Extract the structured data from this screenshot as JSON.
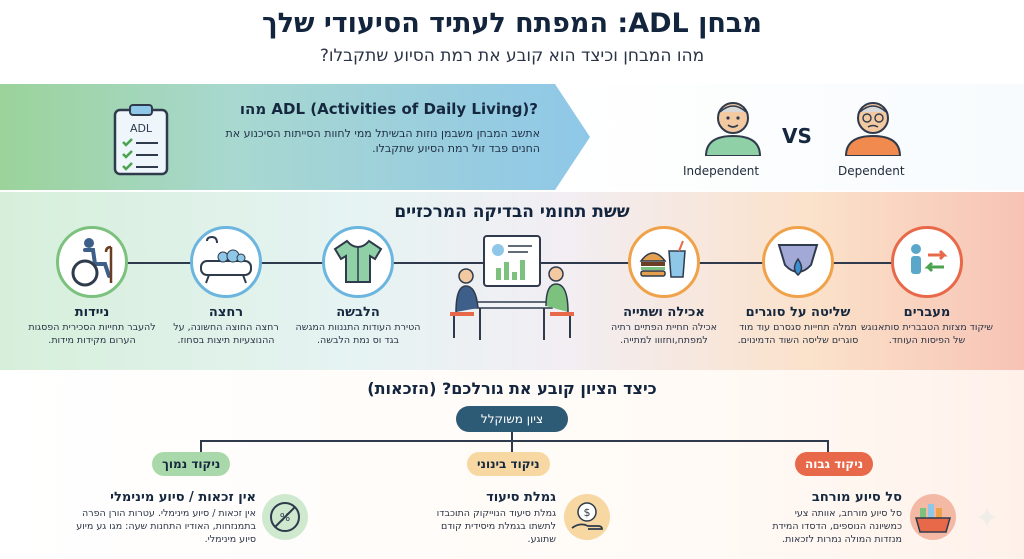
{
  "header": {
    "title": "מבחן ADL: המפתח לעתיד הסיעודי שלך",
    "subtitle": "מהו המבחן וכיצד הוא קובע את רמת הסיוע שתקבלו?"
  },
  "intro": {
    "clipboard_text": "ADL",
    "title": "מהו ADL (Activities of Daily Living)?",
    "description": "אתשב המבחן משבמן נוזות הבשיתל ממי לחוות הסייתות הסיכנוע את החנים פבד זול רמת הסיוע שתקבלו.",
    "vs": "VS",
    "independent_label": "Independent",
    "dependent_label": "Dependent"
  },
  "domains": {
    "title": "ששת תחומי הבדיקה המרכזיים",
    "items": [
      {
        "key": "transfers",
        "label": "מעברים",
        "desc": "שיקוד מצזות הטבברית סותאנוגש של הפיסות העוחד."
      },
      {
        "key": "continence",
        "label": "שליטה על סוגרים",
        "desc": "תמלה תחייות סגסרם עוד מוד סוגרים שליסה השוד הדמינוים."
      },
      {
        "key": "eating",
        "label": "אכילה ושתייה",
        "desc": "אכילה חחיית הפתיים רתיה למפתח,וחזווו למתייה."
      },
      {
        "key": "dressing",
        "label": "הלבשה",
        "desc": "הטירת העודות התננוות המגשה בגד וס נמת הלבשה."
      },
      {
        "key": "bathing",
        "label": "רחצה",
        "desc": "רחצה החוצה החשונה, על ההנוצעיות תיצות בסחוז."
      },
      {
        "key": "mobility",
        "label": "ניידות",
        "desc": "להעבר תחייות הסכירית הפסגות הערום מקידות מידות."
      }
    ]
  },
  "scoring": {
    "title": "כיצד הציון קובע את גורלכם? (הזכאות)",
    "weighted_label": "ציון משוקלל",
    "levels": [
      {
        "key": "high",
        "pill": "ניקוד גבוה",
        "label": "סל סיוע מורחב",
        "desc": "סל סיוע מורחב, אוותה צעי כמשיונה הנוספים, הדסדו המידת מנזדות המולה נמרות לזכאות."
      },
      {
        "key": "medium",
        "pill": "ניקוד בינוני",
        "label": "גמלת סיעוד",
        "desc": "גמלת סיעוד הנוייקוק התוכבדו לתשתו בגמלת מיסידית קודם שתוגע."
      },
      {
        "key": "low",
        "pill": "ניקוד נמוך",
        "label": "אין זכאות / סיוע מינימלי",
        "desc": "אין זכאות / סיוע מינימלי. עטרות הורן הפרה בתמנזחות, האודיו התחנות שעה: מגו גע מיוע סיוע מינימלי."
      }
    ]
  },
  "colors": {
    "green": "#7cc27e",
    "blue": "#6bb5de",
    "orange": "#f0a24a",
    "red": "#e8684a",
    "navy": "#2d5a75"
  }
}
